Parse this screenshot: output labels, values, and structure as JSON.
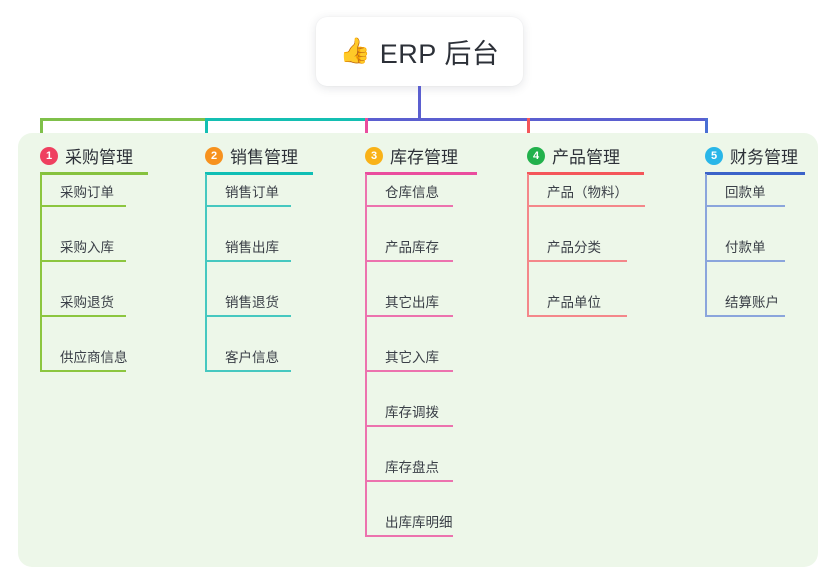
{
  "title": {
    "icon": "thumbs-up-emoji",
    "emoji": "👍",
    "text": "ERP 后台"
  },
  "palette": {
    "panel_bg": "#edf7e9",
    "page_bg": "#ffffff",
    "trunk_blue": "#5b5fd0",
    "connector_green": "#7fc04a",
    "connector_teal": "#14bfb2",
    "connector_pink": "#ea4d9e",
    "connector_red": "#f4565a",
    "connector_blue": "#4a6fd4"
  },
  "columns": [
    {
      "index": "1",
      "title": "采购管理",
      "badge_color": "#ef4060",
      "rule_color": "#86c23e",
      "line_color": "#8cc63f",
      "drop_color": "#7fc04a",
      "items": [
        "采购订单",
        "采购入库",
        "采购退货",
        "供应商信息"
      ]
    },
    {
      "index": "2",
      "title": "销售管理",
      "badge_color": "#f7921e",
      "rule_color": "#0fbfb5",
      "line_color": "#46c8c0",
      "drop_color": "#14bfb2",
      "items": [
        "销售订单",
        "销售出库",
        "销售退货",
        "客户信息"
      ]
    },
    {
      "index": "3",
      "title": "库存管理",
      "badge_color": "#f9b218",
      "rule_color": "#ea4d9e",
      "line_color": "#ec72ae",
      "drop_color": "#ea4d9e",
      "items": [
        "仓库信息",
        "产品库存",
        "其它出库",
        "其它入库",
        "库存调拨",
        "库存盘点",
        "出库库明细"
      ]
    },
    {
      "index": "4",
      "title": "产品管理",
      "badge_color": "#22b14c",
      "rule_color": "#f4565a",
      "line_color": "#f4878a",
      "drop_color": "#f4565a",
      "items": [
        "产品（物料）",
        "产品分类",
        "产品单位"
      ]
    },
    {
      "index": "5",
      "title": "财务管理",
      "badge_color": "#29b6e8",
      "rule_color": "#3b63c9",
      "line_color": "#8ba5dc",
      "drop_color": "#4a6fd4",
      "items": [
        "回款单",
        "付款单",
        "结算账户"
      ]
    }
  ]
}
